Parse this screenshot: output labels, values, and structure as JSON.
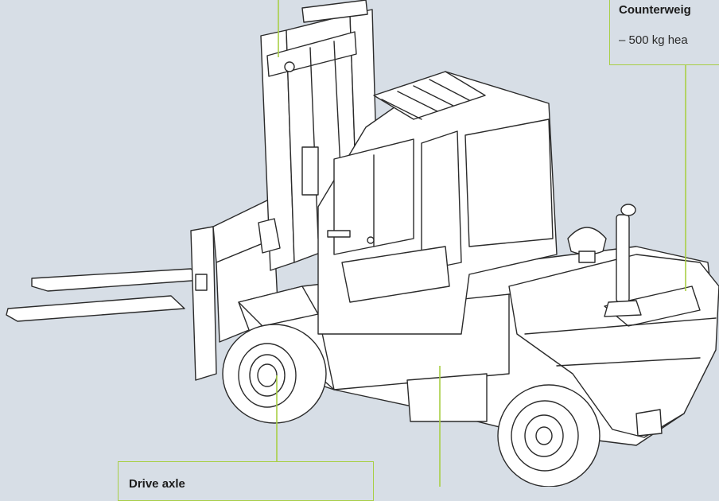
{
  "colors": {
    "background": "#d7dee6",
    "callout_line": "#a8cf45",
    "drawing_stroke": "#2b2b2b",
    "drawing_fill": "#ffffff"
  },
  "callouts": {
    "counterweight": {
      "title": "Counterweig",
      "subtitle": "– 500 kg hea"
    },
    "drive_axle": {
      "title": "Drive axle"
    }
  }
}
